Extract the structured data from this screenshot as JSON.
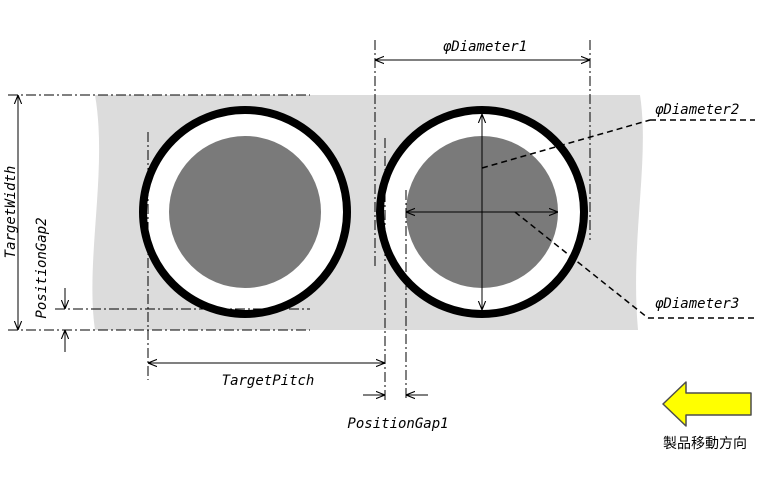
{
  "labels": {
    "diameter1": "φDiameter1",
    "diameter2": "φDiameter2",
    "diameter3": "φDiameter3",
    "target_width": "TargetWidth",
    "position_gap2": "PositionGap2",
    "target_pitch": "TargetPitch",
    "position_gap1": "PositionGap1",
    "movement_direction": "製品移動方向"
  },
  "colors": {
    "strip": "#dcdcdc",
    "ring": "#000000",
    "disc": "#7a7a7a",
    "arrow_fill": "#ffff00",
    "arrow_stroke": "#4d4d4d"
  },
  "icons": {
    "direction_arrow": "left-arrow-icon"
  }
}
